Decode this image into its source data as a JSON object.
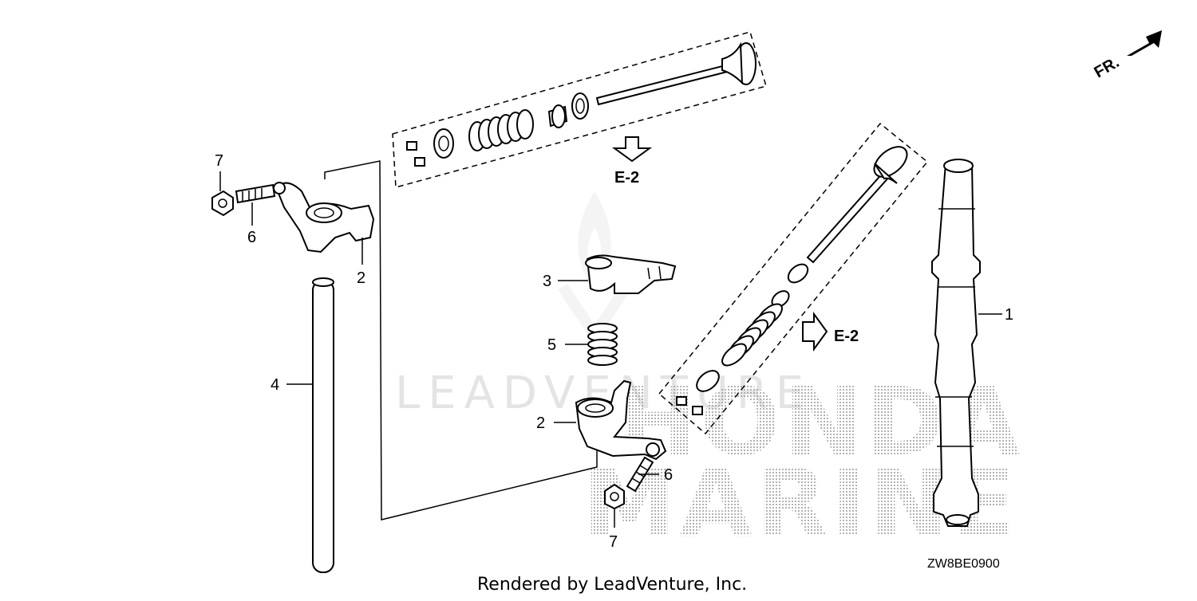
{
  "diagram": {
    "callouts": {
      "c1": "1",
      "c2a": "2",
      "c2b": "2",
      "c3": "3",
      "c4": "4",
      "c5": "5",
      "c6a": "6",
      "c6b": "6",
      "c7a": "7",
      "c7b": "7"
    },
    "refs": {
      "top": "E-2",
      "right": "E-2"
    },
    "direction_label": "FR.",
    "drawing_code": "ZW8BE0900",
    "footer": "Rendered by LeadVenture, Inc.",
    "watermarks": {
      "brand_small": "LEADVENTURE",
      "brand_big_1": "HONDA",
      "brand_big_2": "MARINE"
    }
  }
}
